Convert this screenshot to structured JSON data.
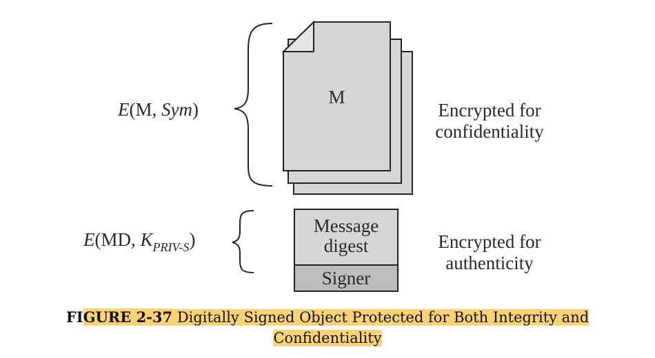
{
  "diagram": {
    "top_label": {
      "prefix": "E",
      "args": "(M, ",
      "arg_italic": "Sym",
      "suffix": ")"
    },
    "bottom_label": {
      "prefix": "E",
      "args": "(MD, ",
      "key": "K",
      "key_sub": "PRIV-S",
      "suffix": ")"
    },
    "document_label": "M",
    "encrypted_conf": [
      "Encrypted for",
      "confidentiality"
    ],
    "encrypted_auth": [
      "Encrypted for",
      "authenticity"
    ],
    "digest_lines": [
      "Message",
      "digest"
    ],
    "signer_label": "Signer",
    "colors": {
      "page_fill": "#d6d6d6",
      "page_stroke": "#222222",
      "signer_fill": "#bdbdbd",
      "highlight": "#fbd276"
    }
  },
  "caption": {
    "label_plain": "FI",
    "label_highlight": "GURE 2-37",
    "text_line1": " Digitally Signed Object Protected for Both Integrity and",
    "text_line2": "Confidentiality"
  }
}
